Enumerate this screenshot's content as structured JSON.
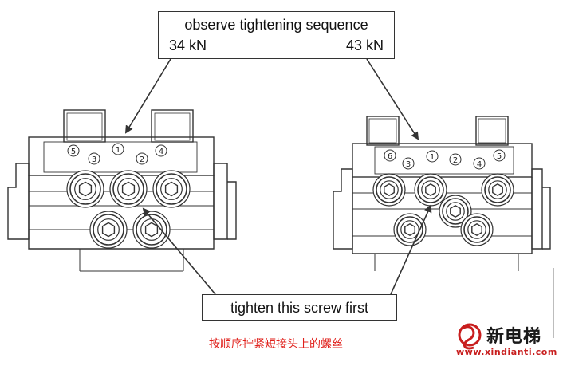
{
  "top_callout": {
    "line1": "observe tightening sequence",
    "left_value": "34 kN",
    "right_value": "43 kN"
  },
  "bottom_callout": {
    "text": "tighten this screw first"
  },
  "red_caption": "按顺序拧紧短接头上的螺丝",
  "left_connector": {
    "sequence_numbers": [
      "5",
      "3",
      "1",
      "2",
      "4"
    ]
  },
  "right_connector": {
    "sequence_numbers": [
      "6",
      "3",
      "1",
      "2",
      "4",
      "5"
    ]
  },
  "logo": {
    "brand": "新电梯",
    "url": "www.xindianti.com"
  },
  "colors": {
    "line": "#333333",
    "caption_red": "#e0201b",
    "logo_red": "#c81e1e"
  }
}
